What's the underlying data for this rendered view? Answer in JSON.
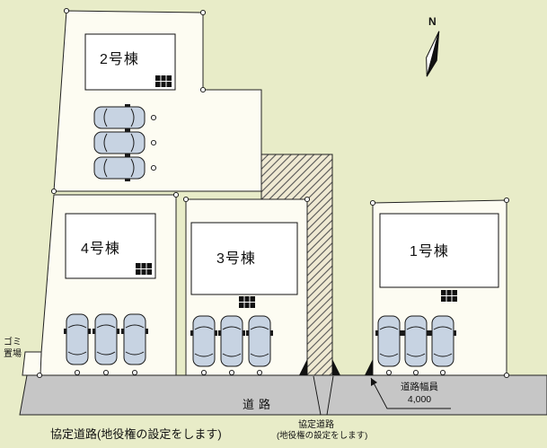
{
  "plan": {
    "north_label": "N",
    "road_label": "道路",
    "garbage_label": "ゴミ置場",
    "road_width": {
      "label": "道路幅員",
      "value": "4,000"
    },
    "agreement_note": "協定道路(地役権の設定をします)",
    "agreement_callout": {
      "title": "協定道路",
      "sub": "(地役権の設定をします)"
    },
    "buildings": [
      {
        "label": "2号棟"
      },
      {
        "label": "4号棟"
      },
      {
        "label": "3号棟"
      },
      {
        "label": "1号棟"
      }
    ],
    "colors": {
      "background": "#e8ecc8",
      "parcel": "#fdfcf2",
      "road": "#c6c6c6",
      "hatch_base": "#efe9d2",
      "car_body": "#c7d3e2"
    }
  }
}
